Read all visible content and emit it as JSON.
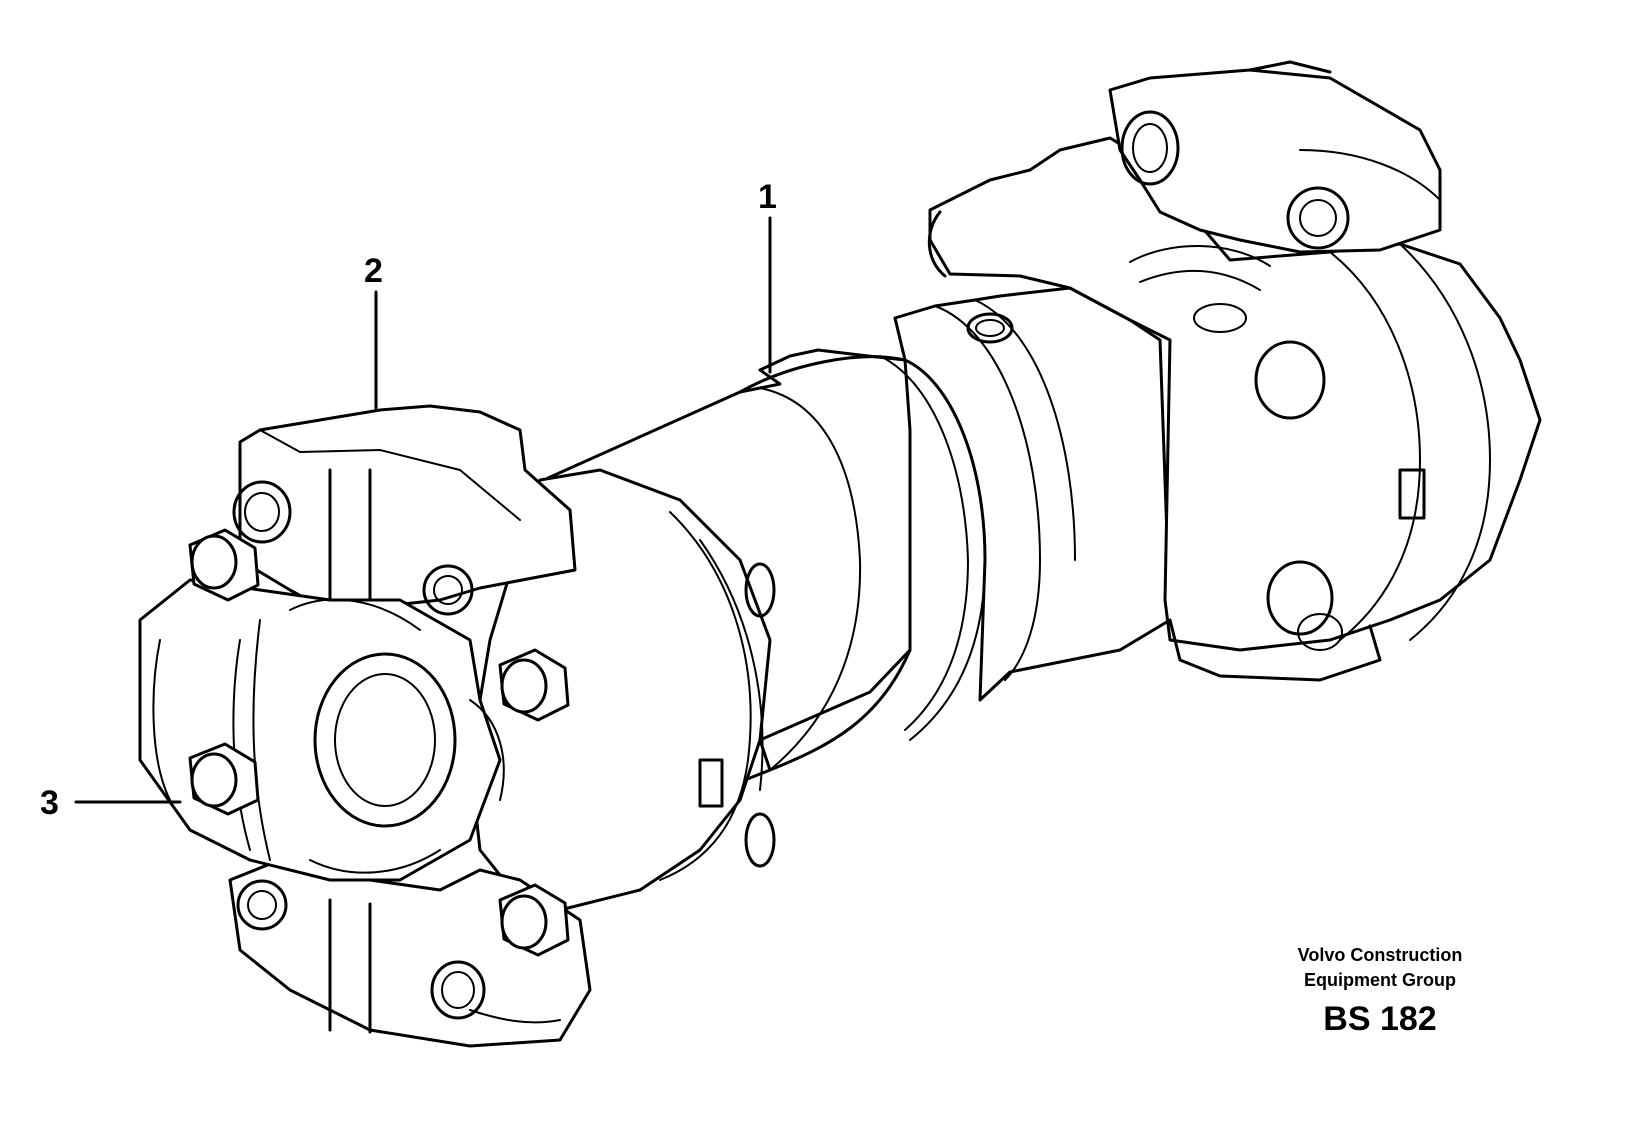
{
  "callouts": {
    "c1": "1",
    "c2": "2",
    "c3": "3"
  },
  "credit": {
    "line1": "Volvo Construction",
    "line2": "Equipment Group"
  },
  "drawing_code": "BS 182"
}
